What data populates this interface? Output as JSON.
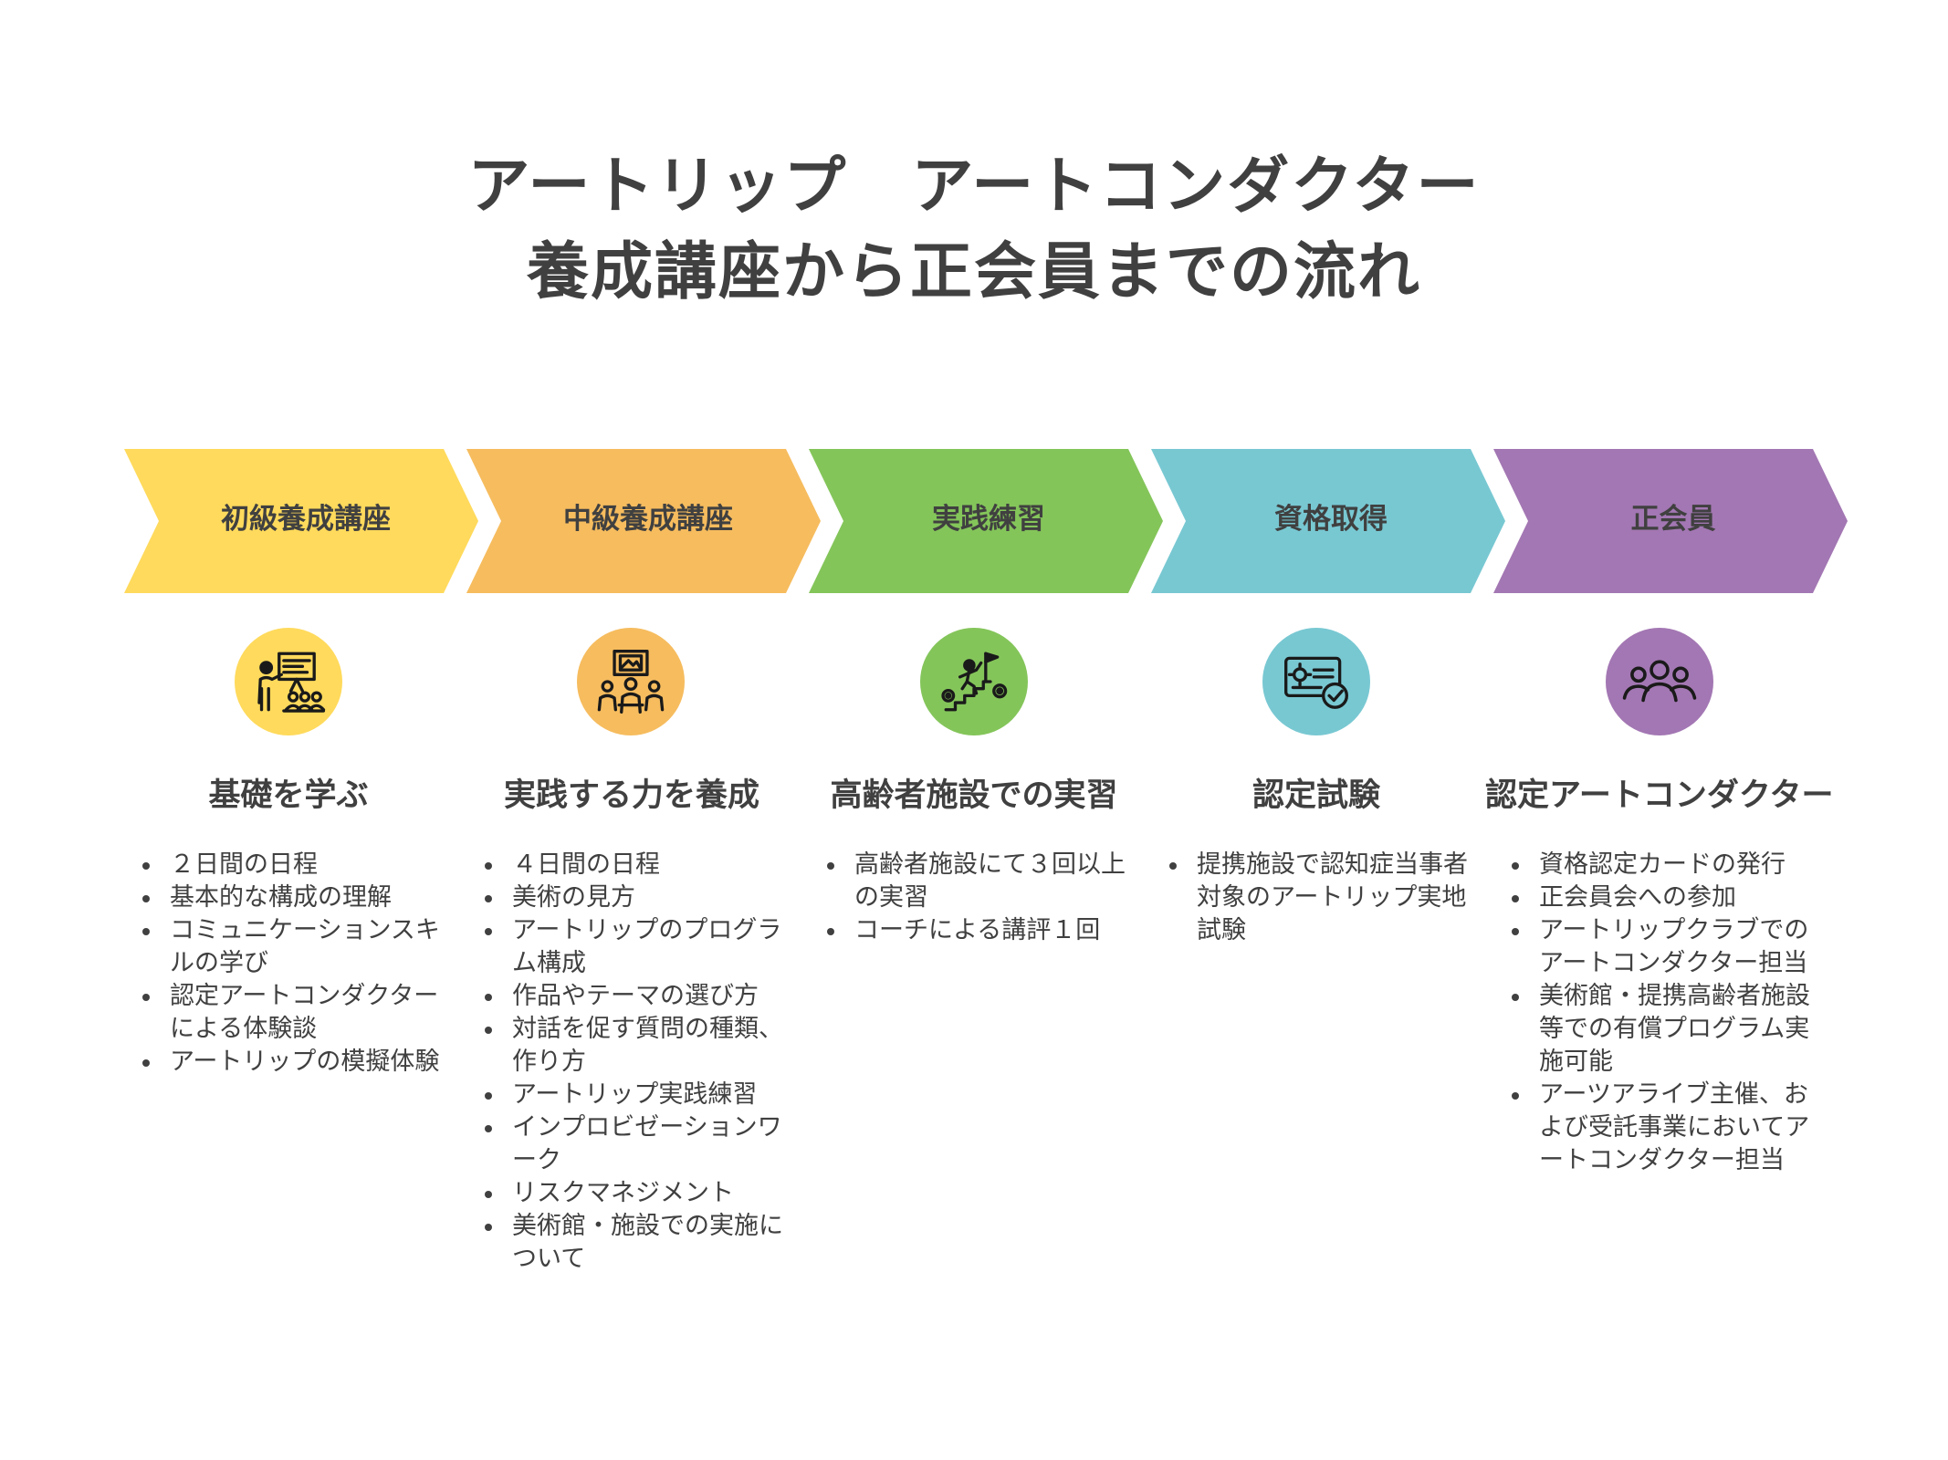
{
  "title": {
    "line1": "アートリップ　アートコンダクター",
    "line2": "養成講座から正会員までの流れ"
  },
  "steps": [
    {
      "label": "初級養成講座",
      "color": "#FFDA5C",
      "icon": "presentation-icon",
      "heading": "基礎を学ぶ",
      "items": [
        "２日間の日程",
        "基本的な構成の理解",
        "コミュニケーションスキルの学び",
        "認定アートコンダクターによる体験談",
        "アートリップの模擬体験"
      ]
    },
    {
      "label": "中級養成講座",
      "color": "#F6BC5E",
      "icon": "training-group-icon",
      "heading": "実践する力を養成",
      "items": [
        "４日間の日程",
        "美術の見方",
        "アートリップのプログラム構成",
        "作品やテーマの選び方",
        "対話を促す質問の種類、作り方",
        "アートリップ実践練習",
        "インプロビゼーションワーク",
        "リスクマネジメント",
        "美術館・施設での実施について"
      ]
    },
    {
      "label": "実践練習",
      "color": "#84C55A",
      "icon": "climbing-goal-icon",
      "heading": "高齢者施設での実習",
      "items": [
        "高齢者施設にて３回以上の実習",
        "コーチによる講評１回"
      ]
    },
    {
      "label": "資格取得",
      "color": "#78C8D2",
      "icon": "certificate-icon",
      "heading": "認定試験",
      "items": [
        "提携施設で認知症当事者対象のアートリップ実地試験"
      ]
    },
    {
      "label": "正会員",
      "color": "#A377B3",
      "icon": "members-icon",
      "heading": "認定アートコンダクター",
      "items": [
        "資格認定カードの発行",
        "正会員会への参加",
        "アートリップクラブでのアートコンダクター担当",
        "美術館・提携高齢者施設等での有償プログラム実施可能",
        "アーツアライブ主催、および受託事業においてアートコンダクター担当"
      ]
    }
  ]
}
